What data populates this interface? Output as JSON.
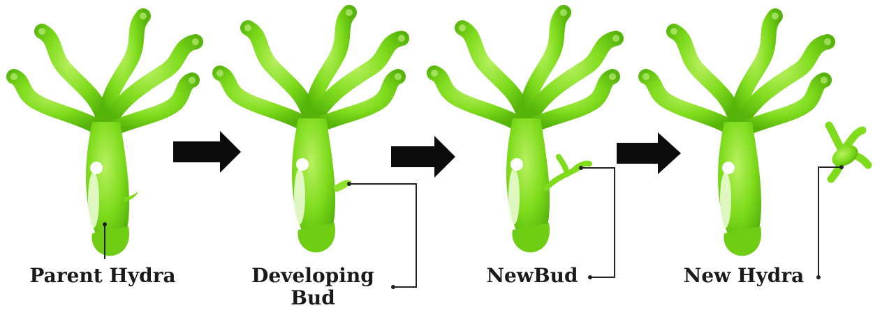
{
  "stages": [
    {
      "label": "Parent Hydra"
    },
    {
      "label_line1": "Developing",
      "label_line2": "Bud"
    },
    {
      "label": "NewBud"
    },
    {
      "label": "New Hydra"
    }
  ],
  "colors": {
    "hydra": "#7fdc1c",
    "hydra_dark": "#5ab80e",
    "arrow": "#0b0b0b",
    "line": "#222222"
  }
}
